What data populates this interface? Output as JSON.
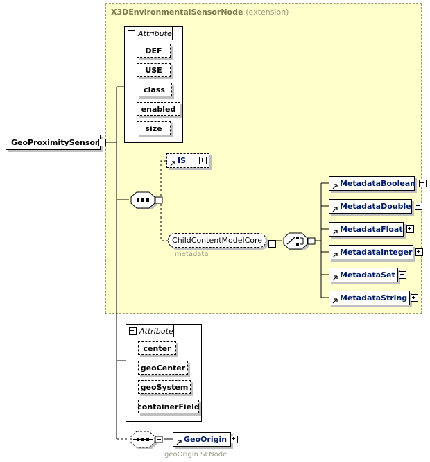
{
  "diagram": {
    "title": "GeoProximitySensor XML Schema element diagram",
    "colors": {
      "extension_fill": "#ffffcc",
      "extension_border": "#9a9a7a",
      "element_label": "#001a66",
      "caption": "#9a9a85",
      "shadow": "#c0c0c0"
    }
  },
  "root": {
    "label": "GeoProximitySensor",
    "toggle": "minus"
  },
  "extension": {
    "name": "X3DEnvironmentalSensorNode",
    "qualifier": "(extension)"
  },
  "attribute_groups": [
    {
      "title": "Attribute",
      "toggle": "minus",
      "items": [
        {
          "label": "DEF"
        },
        {
          "label": "USE"
        },
        {
          "label": "class"
        },
        {
          "label": "enabled"
        },
        {
          "label": "size"
        }
      ]
    },
    {
      "title": "Attribute",
      "toggle": "minus",
      "items": [
        {
          "label": "center"
        },
        {
          "label": "geoCenter"
        },
        {
          "label": "geoSystem"
        },
        {
          "label": "containerField"
        }
      ]
    }
  ],
  "content_model": {
    "sequence_toggle": "minus",
    "is_node": {
      "label": "IS",
      "toggle": "plus"
    },
    "group_ref": {
      "label": "ChildContentModelCore",
      "toggle": "minus",
      "caption": "metadata"
    },
    "choice_toggle": "minus",
    "metadata_children": [
      {
        "label": "MetadataBoolean",
        "toggle": "plus"
      },
      {
        "label": "MetadataDouble",
        "toggle": "plus"
      },
      {
        "label": "MetadataFloat",
        "toggle": "plus"
      },
      {
        "label": "MetadataInteger",
        "toggle": "plus"
      },
      {
        "label": "MetadataSet",
        "toggle": "plus"
      },
      {
        "label": "MetadataString",
        "toggle": "plus"
      }
    ]
  },
  "geo_origin": {
    "sequence_toggle": "minus",
    "node": {
      "label": "GeoOrigin",
      "toggle": "plus"
    },
    "caption": "geoOrigin SFNode"
  }
}
